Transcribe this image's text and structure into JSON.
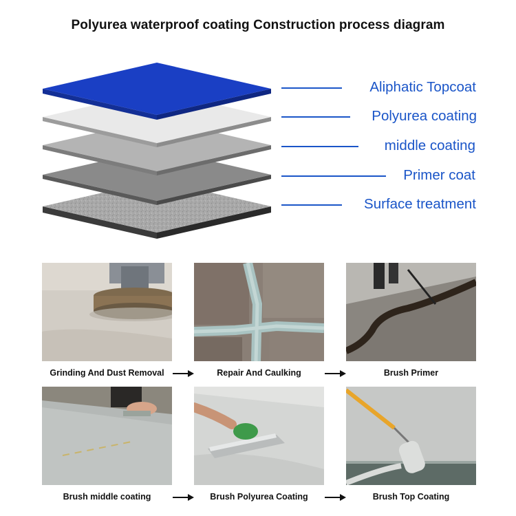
{
  "title": "Polyurea waterproof coating Construction process diagram",
  "layers": [
    {
      "label": "Aliphatic Topcoat",
      "color": "#1a3fc4"
    },
    {
      "label": "Polyurea coating",
      "color": "#e9e9e9"
    },
    {
      "label": "middle coating",
      "color": "#b4b4b4"
    },
    {
      "label": "Primer coat",
      "color": "#8a8a8a"
    },
    {
      "label": "Surface treatment",
      "color": "#a8a8a8"
    }
  ],
  "steps": [
    {
      "caption": "Grinding And Dust Removal",
      "icon": "grinding-machine-photo"
    },
    {
      "caption": "Repair And Caulking",
      "icon": "crack-repair-photo"
    },
    {
      "caption": "Brush Primer",
      "icon": "primer-brushing-photo"
    },
    {
      "caption": "Brush middle coating",
      "icon": "middle-coating-photo"
    },
    {
      "caption": "Brush Polyurea Coating",
      "icon": "trowel-coating-photo"
    },
    {
      "caption": "Brush Top Coating",
      "icon": "roller-topcoat-photo"
    }
  ],
  "colors": {
    "accent": "#1a55c8",
    "topcoat": "#1a3fc4",
    "text": "#111111"
  }
}
